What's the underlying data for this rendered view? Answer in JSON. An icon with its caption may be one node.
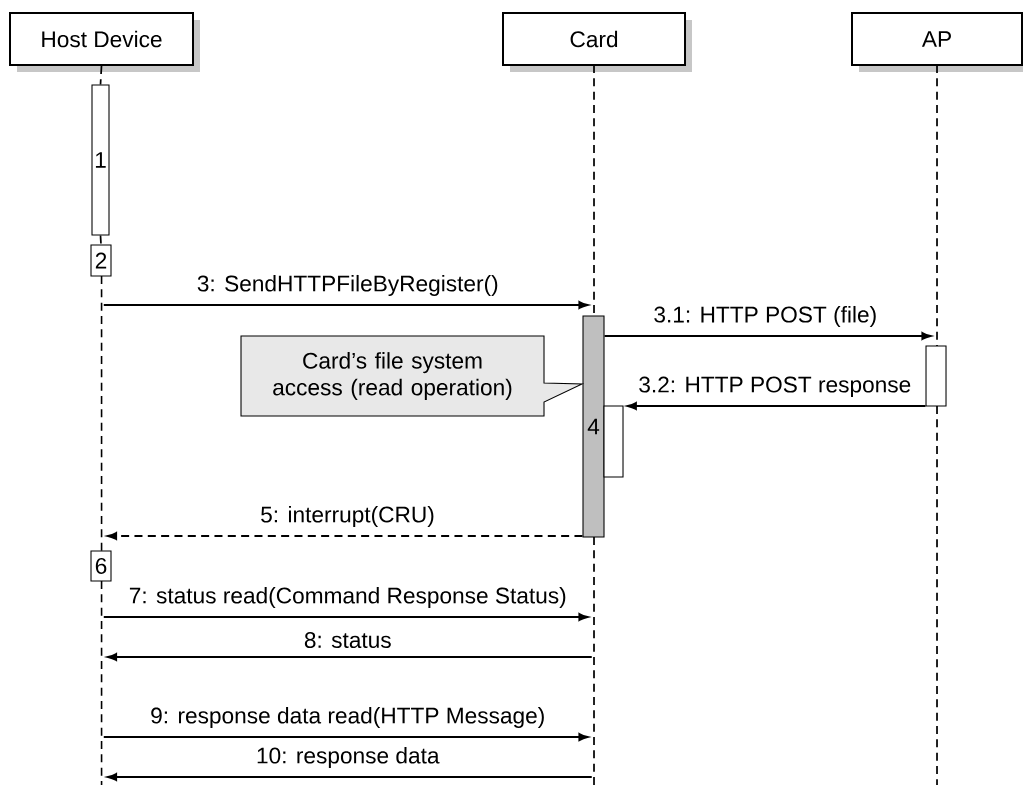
{
  "diagram": {
    "nodes": [
      {
        "text": [
          "Host Device"
        ]
      },
      {
        "text": [
          "Card"
        ]
      },
      {
        "text": [
          "AP"
        ]
      },
      {
        "text": [
          "1"
        ]
      },
      {
        "text": [
          "2"
        ]
      },
      {
        "text": [
          "4"
        ]
      },
      {
        "text": [
          "Card’s file system access (read operation)"
        ]
      },
      {
        "text": [],
        "shape": "box"
      },
      {
        "text": [],
        "shape": "box"
      },
      {
        "text": [
          "6"
        ]
      },
      {
        "text": [],
        "shape": "line"
      },
      {
        "text": [],
        "shape": "line"
      },
      {
        "text": [],
        "shape": "line"
      }
    ],
    "edges": [
      {
        "from": 10,
        "to": 11,
        "arrow": "to",
        "label": "3: SendHTTPFileByRegister()"
      },
      {
        "from": 5,
        "to": 12,
        "arrow": "to",
        "label": "3.1: HTTP POST (file)"
      },
      {
        "from": 7,
        "to": 8,
        "arrow": "to",
        "label": "3.2: HTTP POST response"
      },
      {
        "from": 5,
        "to": 10,
        "arrow": "to",
        "label": "5: interrupt(CRU)",
        "style": "dashed"
      },
      {
        "from": 10,
        "to": 11,
        "arrow": "to",
        "label": "7: status read(Command Response Status)"
      },
      {
        "from": 11,
        "to": 10,
        "arrow": "to",
        "label": "8: status"
      },
      {
        "from": 10,
        "to": 11,
        "arrow": "to",
        "label": "9: response data read(HTTP Message)"
      },
      {
        "from": 11,
        "to": 10,
        "arrow": "to",
        "label": "10: response data"
      },
      {
        "from": 0,
        "to": 3,
        "arrow": "none",
        "style": "dashed"
      },
      {
        "from": 3,
        "to": 4,
        "arrow": "none",
        "style": "dashed"
      }
    ]
  }
}
